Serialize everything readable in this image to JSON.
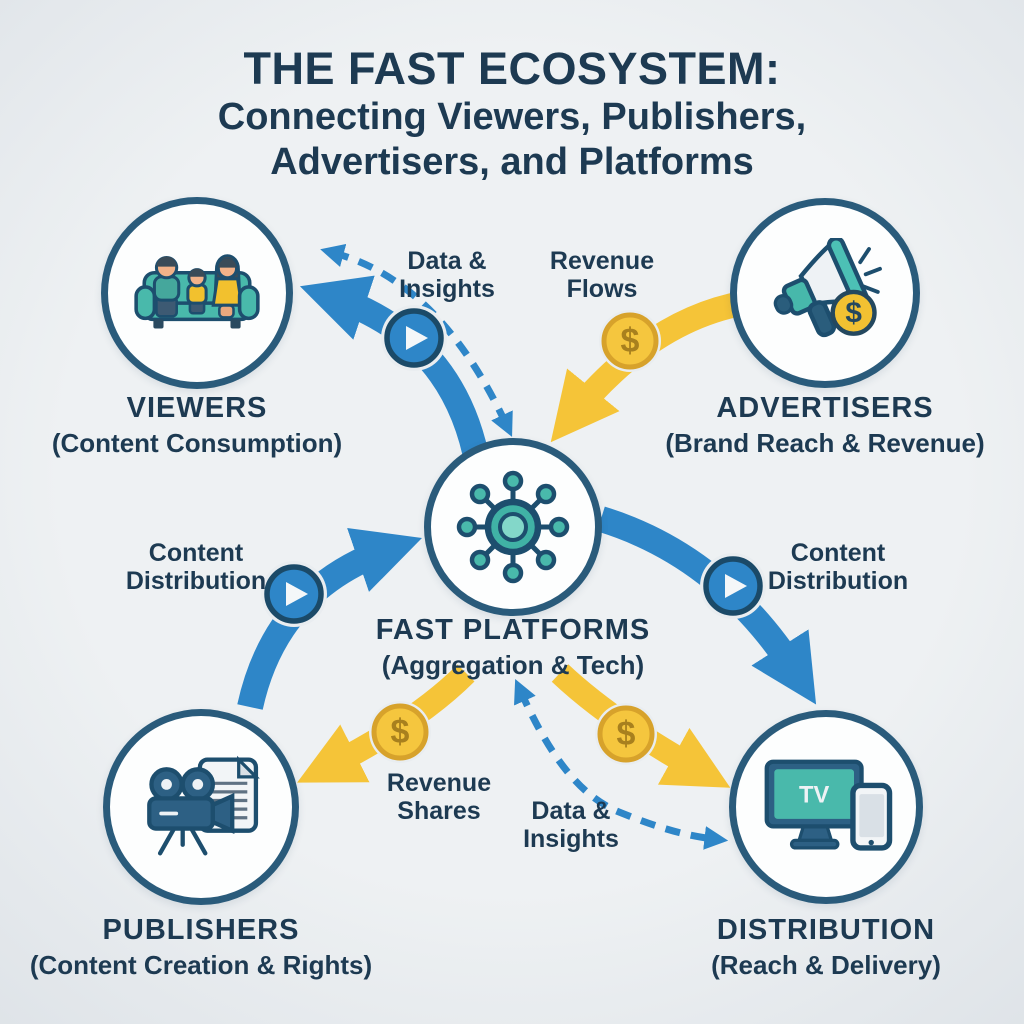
{
  "title": {
    "line1": "THE FAST ECOSYSTEM:",
    "line2": "Connecting Viewers, Publishers,",
    "line3": "Advertisers, and Platforms"
  },
  "nodes": {
    "viewers": {
      "label": "VIEWERS",
      "sublabel": "(Content Consumption)",
      "icon": "family-watching-couch-icon"
    },
    "advertisers": {
      "label": "ADVERTISERS",
      "sublabel": "(Brand Reach & Revenue)",
      "icon": "megaphone-dollar-icon"
    },
    "platforms": {
      "label": "FAST PLATFORMS",
      "sublabel": "(Aggregation & Tech)",
      "icon": "network-hub-icon"
    },
    "publishers": {
      "label": "PUBLISHERS",
      "sublabel": "(Content Creation & Rights)",
      "icon": "video-camera-document-icon"
    },
    "distribution": {
      "label": "DISTRIBUTION",
      "sublabel": "(Reach & Delivery)",
      "icon": "tv-tablet-icon"
    }
  },
  "flows": {
    "data_insights_top": {
      "line1": "Data &",
      "line2": "Insights",
      "style": "dashed-blue",
      "between": "platforms-viewers"
    },
    "revenue_flows": {
      "line1": "Revenue",
      "line2": "Flows",
      "style": "solid-yellow",
      "between": "advertisers-platforms"
    },
    "content_distribution_left": {
      "line1": "Content",
      "line2": "Distribution",
      "style": "solid-blue",
      "between": "publishers-platforms"
    },
    "content_distribution_right": {
      "line1": "Content",
      "line2": "Distribution",
      "style": "solid-blue",
      "between": "platforms-distribution"
    },
    "revenue_shares": {
      "line1": "Revenue",
      "line2": "Shares",
      "style": "solid-yellow",
      "between": "platforms-publishers"
    },
    "data_insights_bottom": {
      "line1": "Data &",
      "line2": "Insights",
      "style": "dashed-blue",
      "between": "platforms-distribution"
    }
  },
  "icons": {
    "tv_label": "TV",
    "dollar_symbol": "$"
  },
  "colors": {
    "background": "#e9edf0",
    "navy_text": "#1d3a52",
    "circle_border": "#2a5b7b",
    "blue_arrow": "#2e86c8",
    "yellow_arrow": "#f5c438",
    "teal": "#49b9ab",
    "coin_fill": "#f5c63e",
    "coin_ring": "#d7a22b"
  }
}
